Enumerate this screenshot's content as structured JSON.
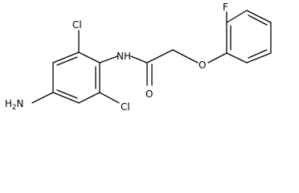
{
  "molecule": {
    "atoms": {
      "cl_top": "Cl",
      "cl_bottom": "Cl",
      "nh": "NH",
      "oxygen_carbonyl": "O",
      "oxygen_ether": "O",
      "fluorine": "F",
      "amine_h": "H",
      "amine_sub": "2",
      "amine_n": "N"
    }
  }
}
